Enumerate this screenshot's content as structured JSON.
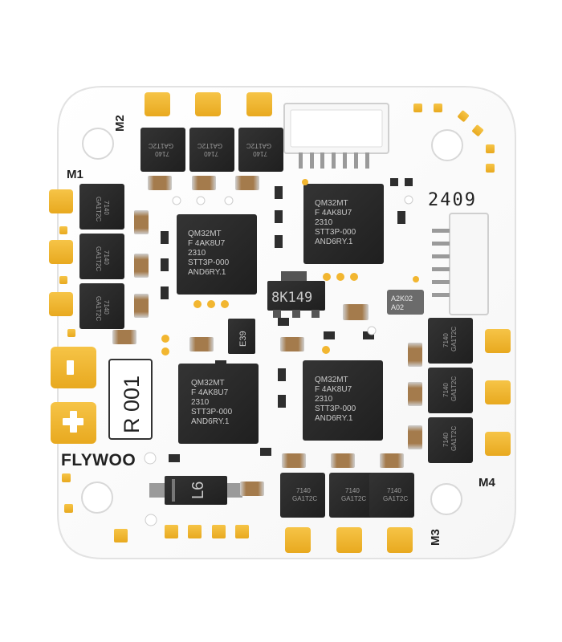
{
  "board": {
    "brand": "FLYWOO",
    "revision": "R 001",
    "date_code": "2409",
    "motor_labels": [
      "M1",
      "M2",
      "M3",
      "M4"
    ],
    "mcu_chips": [
      {
        "line1": "QM32MT",
        "line2": "F 4AK8U7",
        "line3": "2310",
        "line4": "STT3P-000",
        "line5": "AND6RY.1"
      }
    ],
    "mosfet_marking": {
      "line1": "7140",
      "line2": "GA1T2C"
    },
    "regulator_marking": "8K149",
    "sensor_marking": {
      "line1": "A2K02",
      "line2": "A02"
    },
    "small_chip_marking": "E39",
    "diode_marking": "L6"
  },
  "colors": {
    "board": "#ffffff",
    "pad": "#f2b630",
    "pad_edge": "#e0a020",
    "chip": "#2a2a2a",
    "chip_text": "#bdbdbd",
    "cap": "#b08a5a"
  }
}
